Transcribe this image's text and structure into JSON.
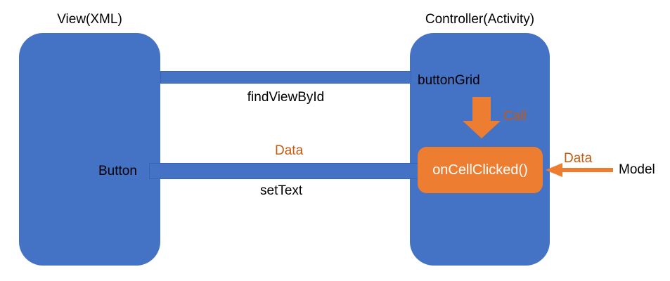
{
  "diagram": {
    "title_view": "View(XML)",
    "title_controller": "Controller(Activity)",
    "view_child_label": "Button",
    "controller_child_label": "buttonGrid",
    "handler_label": "onCellClicked()",
    "connector_findviewbyid": "findViewById",
    "connector_settext": "setText",
    "label_call": "Call",
    "label_data_left": "Data",
    "label_data_right": "Data",
    "label_model": "Model"
  },
  "colors": {
    "blue": "#4472c4",
    "blue_border": "#3a64b0",
    "orange": "#ed7d31",
    "orange_text": "#c55a11",
    "white": "#ffffff",
    "black": "#000000"
  }
}
